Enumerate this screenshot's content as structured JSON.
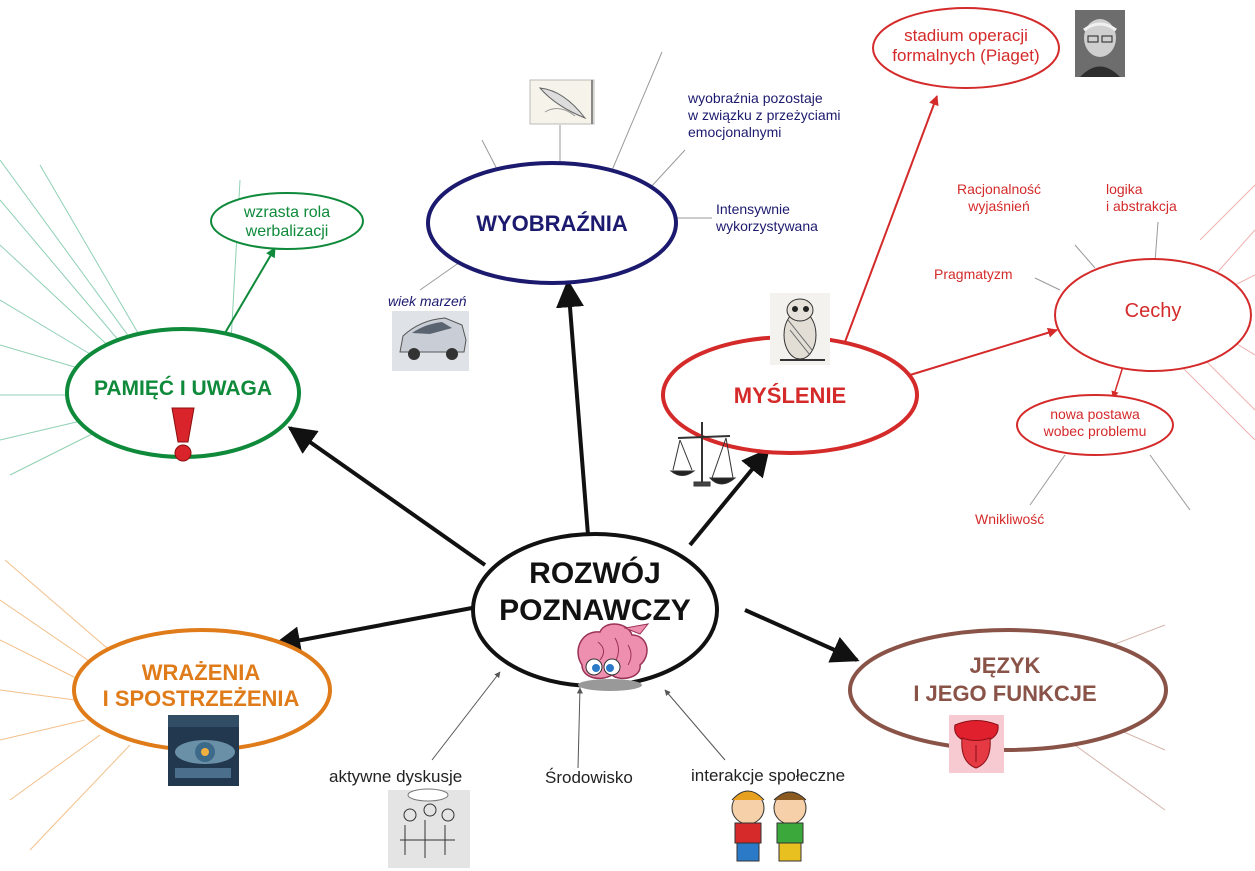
{
  "colors": {
    "center": "#111111",
    "memory": "#0e8a3a",
    "imagination": "#1c1a6e",
    "thinking": "#d42a2a",
    "perception": "#e07b1a",
    "language": "#8a5348",
    "neutral": "#222222",
    "grayline": "#9a9a9a"
  },
  "nodes": {
    "center": {
      "line1": "ROZWÓJ",
      "line2": "POZNAWCZY"
    },
    "memory": {
      "label": "PAMIĘĆ I UWAGA"
    },
    "verbalization": {
      "line1": "wzrasta rola",
      "line2": "werbalizacji"
    },
    "imagination": {
      "label": "WYOBRAŹNIA"
    },
    "thinking": {
      "label": "MYŚLENIE"
    },
    "formal": {
      "line1": "stadium operacji",
      "line2": "formalnych (Piaget)"
    },
    "features": {
      "label": "Cechy"
    },
    "attitude": {
      "line1": "nowa postawa",
      "line2": "wobec problemu"
    },
    "perception": {
      "line1": "WRAŻENIA",
      "line2": "I SPOSTRZEŻENIA"
    },
    "language": {
      "line1": "JĘZYK",
      "line2": "I JEGO FUNKCJE"
    }
  },
  "notes": {
    "imagination_emotion": {
      "line1": "wyobraźnia pozostaje",
      "line2": "w związku z przeżyciami",
      "line3": "emocjonalnymi"
    },
    "imagination_intensive": {
      "line1": "Intensywnie",
      "line2": "wykorzystywana"
    },
    "dream_age": "wiek marzeń",
    "rationality": {
      "line1": "Racjonalność",
      "line2": "wyjaśnień"
    },
    "logic": {
      "line1": "logika",
      "line2": "i abstrakcja"
    },
    "pragmatism": "Pragmatyzm",
    "insight": "Wnikliwość",
    "discussions": "aktywne dyskusje",
    "environment": "Środowisko",
    "interactions": "interakcje społeczne"
  },
  "icons": {
    "exclamation": "exclamation-icon",
    "owl": "owl-icon",
    "scales": "scales-icon",
    "brain": "brain-icon",
    "tongue": "tongue-icon",
    "quill": "quill-icon",
    "car": "car-icon",
    "eye_book": "eye-book-icon",
    "piaget": "piaget-portrait-icon",
    "discussion": "discussion-sketch-icon",
    "kids": "kids-icon"
  }
}
